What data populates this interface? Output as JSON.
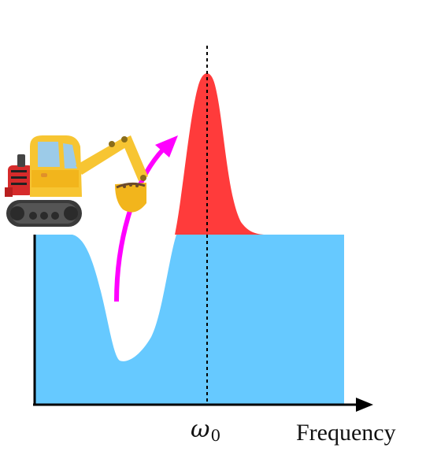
{
  "labels": {
    "omega": "ω",
    "omega_sub": "0",
    "frequency": "Frequency"
  },
  "colors": {
    "spectrum_fill": "#66c9ff",
    "peak_fill": "#ff3b3b",
    "arrow": "#ff00ff",
    "axis": "#000000"
  },
  "icons": {
    "excavator": "excavator-icon",
    "arrow": "curved-arrow-icon"
  }
}
